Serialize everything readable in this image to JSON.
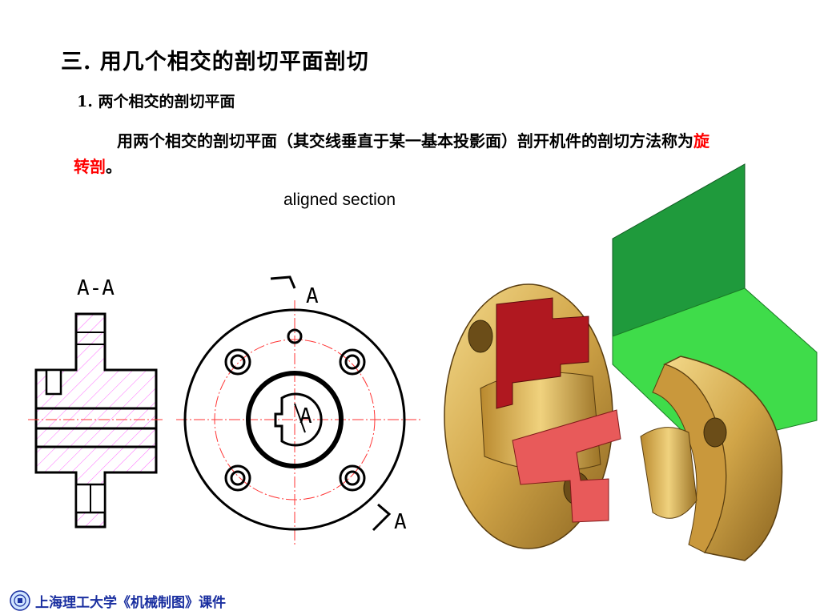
{
  "slide": {
    "title": "三. 用几个相交的剖切平面剖切",
    "subtitle": "1. 两个相交的剖切平面",
    "para_before": "用两个相交的剖切平面（其交线垂直于某一基本投影面）剖开机件的剖切方法称为",
    "para_term": "旋转剖",
    "para_after": "。",
    "english_term": "aligned section",
    "term_color": "#ff0000"
  },
  "drawing": {
    "section_label": "A-A",
    "cut_label_top": "A",
    "cut_label_center": "A",
    "cut_label_bottom": "A"
  },
  "footer": {
    "text": "上海理工大学《机械制图》课件",
    "logo_icon": "university-seal-icon",
    "color": "#1a2fa0"
  }
}
